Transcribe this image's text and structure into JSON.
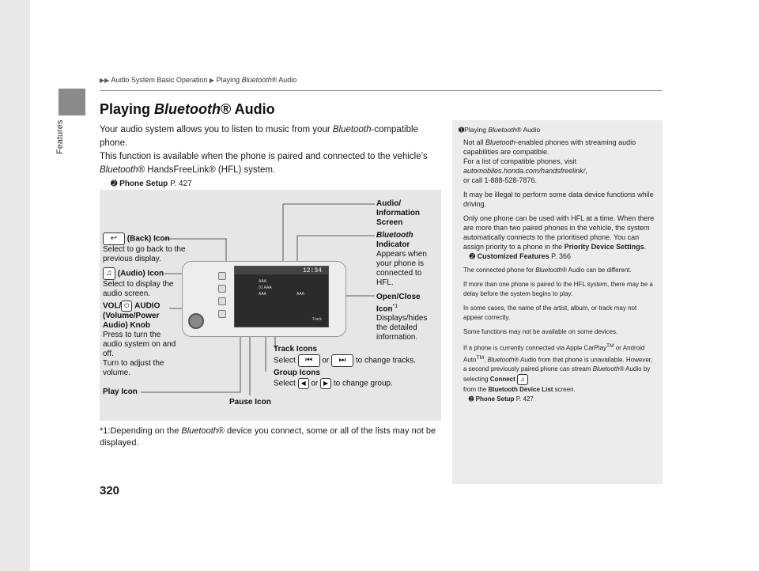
{
  "section_tab": "Features",
  "breadcrumb": {
    "part1": "Audio System Basic Operation",
    "part2_prefix": "Playing ",
    "part2_italic": "Bluetooth",
    "part2_suffix": "® Audio"
  },
  "heading": {
    "prefix": "Playing ",
    "italic": "Bluetooth",
    "suffix": "® Audio"
  },
  "intro": {
    "line1_a": "Your audio system allows you to listen to music from your ",
    "line1_italic": "Bluetooth",
    "line1_b": "-compatible phone.",
    "line2_a": "This function is available when the phone is paired and connected to the vehicle’s ",
    "line2_italic": "Bluetooth",
    "line2_b": "® HandsFreeLink® (HFL) system.",
    "ref_label": "Phone Setup",
    "ref_page": "P. 427"
  },
  "figure": {
    "screen_time": "12:34",
    "screen_rows": [
      "AAA",
      "01 AAA",
      "AAA",
      "AAA"
    ],
    "screen_track": "Track",
    "labels": {
      "audio_screen": "Audio/ Information Screen",
      "bt_indicator_title": "Bluetooth",
      "bt_indicator_word": "Indicator",
      "bt_indicator_desc": "Appears when your phone is connected to HFL.",
      "back_title": "(Back) Icon",
      "back_desc": "Select to go back to the previous display.",
      "audio_title": "(Audio) Icon",
      "audio_desc": "Select to display the audio screen.",
      "vol_title_a": "VOL/",
      "vol_title_b": "AUDIO (Volume/Power Audio) Knob",
      "vol_desc1": "Press to turn the audio system on and off.",
      "vol_desc2": "Turn to adjust the volume.",
      "open_close_title": "Open/Close Icon",
      "open_close_sup": "*1",
      "open_close_desc": "Displays/hides the detailed information.",
      "track_title": "Track Icons",
      "track_select": "Select",
      "track_or": "or",
      "track_desc": "to change tracks.",
      "group_title": "Group Icons",
      "group_select": "Select",
      "group_or": "or",
      "group_desc": "to change group.",
      "play": "Play Icon",
      "pause": "Pause Icon"
    }
  },
  "footnote": {
    "mark": "*1:",
    "text_a": "Depending on the ",
    "italic": "Bluetooth",
    "text_b": "® device you connect, some or all of the lists may not be displayed."
  },
  "page_number": "320",
  "sidebar": {
    "header_a": "Playing ",
    "header_italic": "Bluetooth",
    "header_b": "® Audio",
    "p1_a": "Not all ",
    "p1_italic": "Bluetooth",
    "p1_b": "-enabled phones with streaming audio capabilities are compatible.",
    "p1_c": "For a list of compatible phones, visit",
    "p1_url": "automobiles.honda.com/handsfreelink/",
    "p1_d": ",",
    "p1_e": "or call 1-888-528-7876.",
    "p2": "It may be illegal to perform some data device functions while driving.",
    "p3_a": "Only one phone can be used with HFL at a time. When there are more than two paired phones in the vehicle, the system automatically connects to the prioritised phone. You can assign priority to a phone in the ",
    "p3_bold": "Priority Device Settings",
    "p3_b": ".",
    "p3_ref_label": "Customized Features",
    "p3_ref_page": "P. 366",
    "p4_a": "The connected phone for ",
    "p4_italic": "Bluetooth",
    "p4_b": "® Audio can be different.",
    "p5": "If more than one phone is paired to the HFL system, there may be a delay before the system begins to play.",
    "p6": "In some cases, the name of the artist, album, or track may not appear correctly.",
    "p7": "Some functions may not be available on some devices.",
    "p8_a": "If a phone is currently connected via Apple CarPlay",
    "p8_tm1": "TM",
    "p8_b": " or Android Auto",
    "p8_tm2": "TM",
    "p8_c": ", ",
    "p8_italic": "Bluetooth",
    "p8_d": "® Audio from that phone is unavailable. However, a second previously paired phone can stream ",
    "p8_italic2": "Bluetooth",
    "p8_e": "® Audio by selecting ",
    "p8_bold": "Connect",
    "p8_f": " from the ",
    "p8_bold2": "Bluetooth Device List",
    "p8_g": " screen.",
    "p8_ref_label": "Phone Setup",
    "p8_ref_page": "P. 427"
  }
}
